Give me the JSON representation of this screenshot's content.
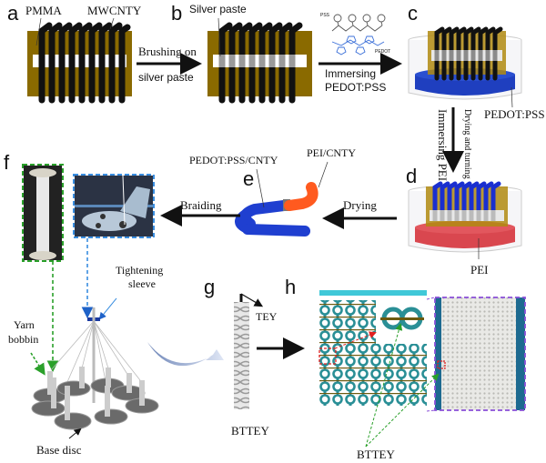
{
  "figure": {
    "panels": {
      "a": {
        "letter": "a",
        "labels": {
          "pmma": "PMMA",
          "mwcnty": "MWCNTY"
        }
      },
      "b": {
        "letter": "b",
        "labels": {
          "silver_paste": "Silver paste"
        }
      },
      "c": {
        "letter": "c",
        "labels": {
          "pedot_pss": "PEDOT:PSS"
        },
        "chem": {
          "pss": "PSS",
          "pedot": "PEDOT"
        }
      },
      "d": {
        "letter": "d",
        "labels": {
          "pei": "PEI"
        }
      },
      "e": {
        "letter": "e",
        "labels": {
          "pedot_pss_cnty": "PEDOT:PSS/CNTY",
          "pei_cnty": "PEI/CNTY"
        }
      },
      "f": {
        "letter": "f",
        "labels": {
          "tightening_sleeve_1": "Tightening",
          "tightening_sleeve_2": "sleeve",
          "yarn_bobbin_1": "Yarn",
          "yarn_bobbin_2": "bobbin",
          "base_disc": "Base disc"
        }
      },
      "g": {
        "letter": "g",
        "labels": {
          "tey": "TEY",
          "btteyl": "BTTEY"
        }
      },
      "h": {
        "letter": "h",
        "labels": {
          "bttey": "BTTEY"
        }
      }
    },
    "steps": {
      "a_to_b_1": "Brushing on",
      "a_to_b_2": "silver paste",
      "b_to_c_1": "Immersing",
      "b_to_c_2": "PEDOT:PSS",
      "c_to_d_1": "Immersing PEI",
      "c_to_d_2": "Drying and turning",
      "d_to_e": "Drying",
      "e_to_f": "Braiding"
    },
    "colors": {
      "pmma": "#8a6a00",
      "yarn": "#111111",
      "pedot_blue": "#1f3fbf",
      "pei_red": "#d9474f",
      "pei_orange": "#ff5a1f",
      "teal_mesh": "#2a8f96",
      "green_dash": "#2aa02a",
      "blue_dash": "#3a8ee0",
      "purple_dash": "#8a4fd8",
      "red_dash": "#e02020"
    }
  }
}
